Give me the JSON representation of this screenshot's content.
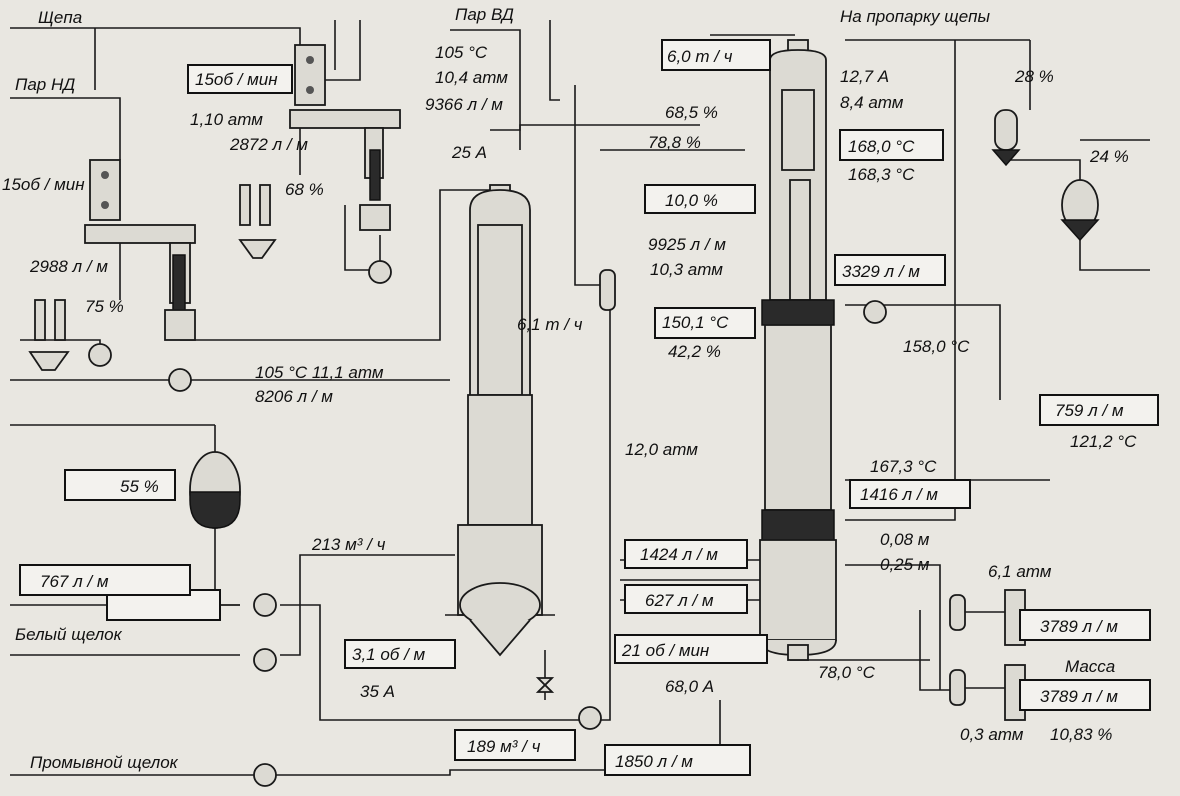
{
  "streams": {
    "chips": "Щепа",
    "steam_lp": "Пар НД",
    "steam_hp": "Пар ВД",
    "to_steaming": "На пропарку щепы",
    "white_liquor": "Белый щелок",
    "wash_liquor": "Промывной щелок",
    "pulp": "Масса"
  },
  "values": {
    "feeder1_speed": "15об / мин",
    "feeder2_speed": "15об / мин",
    "hp_temp": "105 °С",
    "hp_press": "10,4 атм",
    "hp_flow": "9366 л / м",
    "p_110": "1,10 атм",
    "f_2872": "2872 л / м",
    "pct_68": "68 %",
    "amp_25": "25 А",
    "f_2988": "2988 л / м",
    "pct_75": "75 %",
    "rate_61": "6,1 т / ч",
    "line_105_111": "105 °С 11,1 атм",
    "f_8206": "8206 л / м",
    "pct_55": "55 %",
    "m3_213": "213 м³ / ч",
    "f_767": "767 л / м",
    "rpm_31": "3,1 об / м",
    "amp_35": "35 А",
    "m3_189": "189 м³ / ч",
    "rate_60": "6,0 т / ч",
    "pct_685": "68,5 %",
    "pct_788": "78,8 %",
    "pct_100": "10,0 %",
    "f_9925": "9925 л / м",
    "p_103": "10,3 атм",
    "t_1501": "150,1 °С",
    "pct_422": "42,2 %",
    "p_120": "12,0 атм",
    "f_1424": "1424 л / м",
    "f_627": "627 л / м",
    "rpm_21": "21 об / мин",
    "amp_680": "68,0 А",
    "f_1850": "1850 л / м",
    "amp_127": "12,7 А",
    "p_84": "8,4 атм",
    "t_1680": "168,0 °С",
    "t_1683": "168,3 °С",
    "f_3329": "3329 л / м",
    "t_1580": "158,0 °С",
    "t_1673": "167,3 °С",
    "f_1416": "1416 л / м",
    "m_008": "0,08 м",
    "m_025": "0,25 м",
    "p_61": "6,1 атм",
    "f_3789a": "3789 л / м",
    "f_3789b": "3789 л / м",
    "t_780": "78,0 °С",
    "p_03": "0,3 атм",
    "pct_1083": "10,83 %",
    "pct_28": "28 %",
    "pct_24": "24 %",
    "f_759": "759 л / м",
    "t_1212": "121,2 °С"
  }
}
